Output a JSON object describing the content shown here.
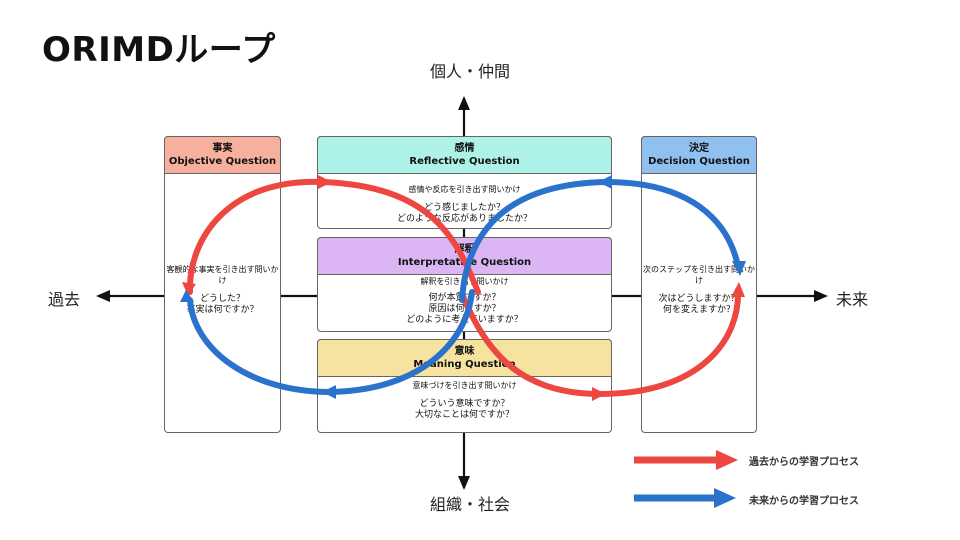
{
  "title": "ORIMDループ",
  "axes": {
    "top": "個人・仲間",
    "bottom": "組織・社会",
    "left": "過去",
    "right": "未来"
  },
  "boxes": {
    "objective": {
      "title_jp": "事実",
      "title_en": "Objective Question",
      "subtitle": "客観的な事実を引き出す問いかけ",
      "questions": [
        "どうした？",
        "事実は何ですか？"
      ],
      "color": "#f7b09e"
    },
    "reflective": {
      "title_jp": "感情",
      "title_en": "Reflective Question",
      "subtitle": "感情や反応を引き出す問いかけ",
      "questions": [
        "どう感じましたか？",
        "どのような反応がありましたか？"
      ],
      "color": "#aef1e8"
    },
    "interpretive": {
      "title_jp": "解釈",
      "title_en": "Interpretative Question",
      "subtitle": "解釈を引き出す問いかけ",
      "questions": [
        "何が本質ですか？",
        "原因は何ですか？",
        "どのように考えていますか？"
      ],
      "color": "#dbb5f4"
    },
    "meaning": {
      "title_jp": "意味",
      "title_en": "Meaning Question",
      "subtitle": "意味づけを引き出す問いかけ",
      "questions": [
        "どういう意味ですか？",
        "大切なことは何ですか？"
      ],
      "color": "#f6e3a0"
    },
    "decision": {
      "title_jp": "決定",
      "title_en": "Decision Question",
      "subtitle": "次のステップを引き出す問いかけ",
      "questions": [
        "次はどうしますか？",
        "何を変えますか？"
      ],
      "color": "#8fc0f0"
    }
  },
  "legend": [
    {
      "label": "過去からの学習プロセス",
      "color": "#ee4640"
    },
    {
      "label": "未来からの学習プロセス",
      "color": "#2a72cc"
    }
  ]
}
